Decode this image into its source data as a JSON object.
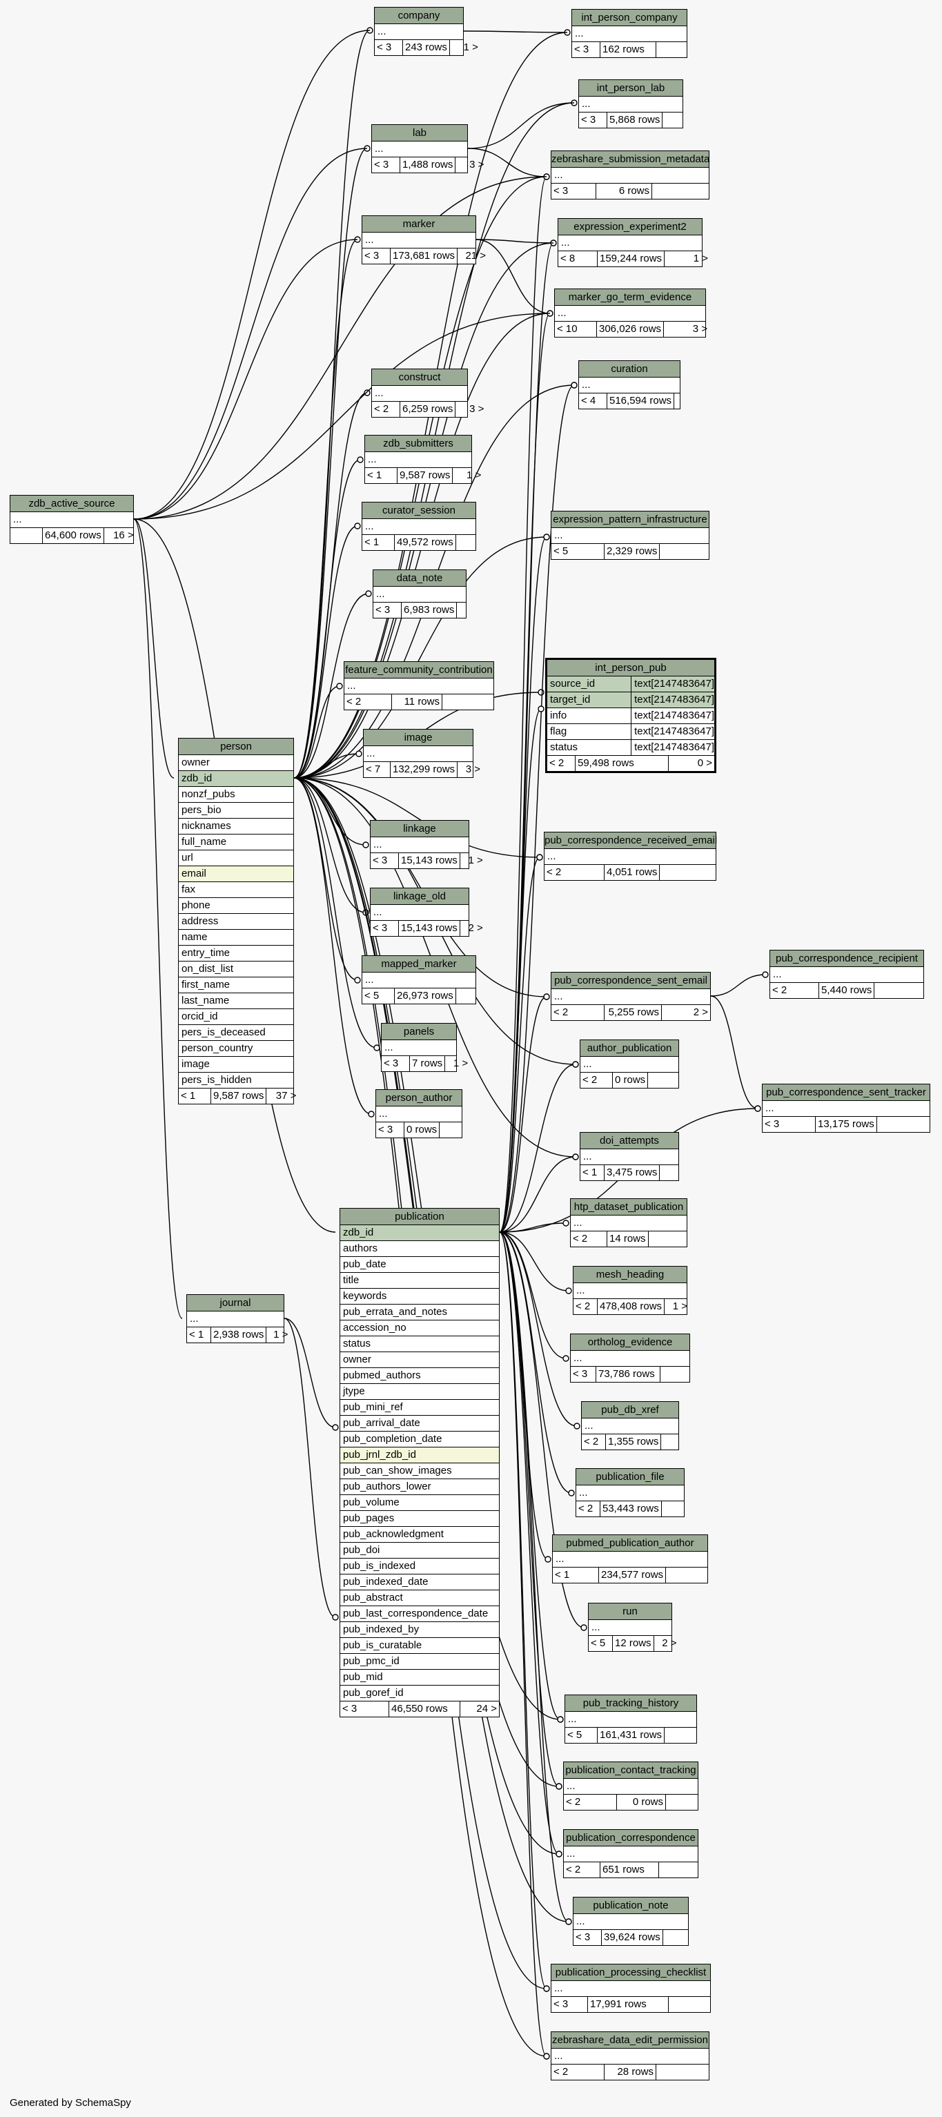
{
  "footer": "Generated by SchemaSpy",
  "tables": [
    {
      "id": "company",
      "name": "company",
      "footer": [
        "< 3",
        "243 rows",
        "1 >"
      ]
    },
    {
      "id": "int_person_company",
      "name": "int_person_company",
      "footer": [
        "< 3",
        "162 rows",
        ""
      ]
    },
    {
      "id": "int_person_lab",
      "name": "int_person_lab",
      "footer": [
        "< 3",
        "5,868 rows",
        ""
      ]
    },
    {
      "id": "lab",
      "name": "lab",
      "footer": [
        "< 3",
        "1,488 rows",
        "3 >"
      ]
    },
    {
      "id": "zebrashare_submission_metadata",
      "name": "zebrashare_submission_metadata",
      "footer": [
        "< 3",
        "6 rows",
        ""
      ]
    },
    {
      "id": "marker",
      "name": "marker",
      "footer": [
        "< 3",
        "173,681 rows",
        "21 >"
      ]
    },
    {
      "id": "expression_experiment2",
      "name": "expression_experiment2",
      "footer": [
        "< 8",
        "159,244 rows",
        "1 >"
      ]
    },
    {
      "id": "marker_go_term_evidence",
      "name": "marker_go_term_evidence",
      "footer": [
        "< 10",
        "306,026 rows",
        "3 >"
      ]
    },
    {
      "id": "curation",
      "name": "curation",
      "footer": [
        "< 4",
        "516,594 rows",
        ""
      ]
    },
    {
      "id": "construct",
      "name": "construct",
      "footer": [
        "< 2",
        "6,259 rows",
        "3 >"
      ]
    },
    {
      "id": "zdb_submitters",
      "name": "zdb_submitters",
      "footer": [
        "< 1",
        "9,587 rows",
        "1 >"
      ]
    },
    {
      "id": "zdb_active_source",
      "name": "zdb_active_source",
      "footer": [
        "",
        "64,600 rows",
        "16 >"
      ]
    },
    {
      "id": "curator_session",
      "name": "curator_session",
      "footer": [
        "< 1",
        "49,572 rows",
        ""
      ]
    },
    {
      "id": "expression_pattern_infrastructure",
      "name": "expression_pattern_infrastructure",
      "footer": [
        "< 5",
        "2,329 rows",
        ""
      ]
    },
    {
      "id": "data_note",
      "name": "data_note",
      "footer": [
        "< 3",
        "6,983 rows",
        ""
      ]
    },
    {
      "id": "feature_community_contribution",
      "name": "feature_community_contribution",
      "footer": [
        "< 2",
        "11 rows",
        ""
      ]
    },
    {
      "id": "image",
      "name": "image",
      "footer": [
        "< 7",
        "132,299 rows",
        "3 >"
      ]
    },
    {
      "id": "linkage",
      "name": "linkage",
      "footer": [
        "< 3",
        "15,143 rows",
        "1 >"
      ]
    },
    {
      "id": "linkage_old",
      "name": "linkage_old",
      "footer": [
        "< 3",
        "15,143 rows",
        "2 >"
      ]
    },
    {
      "id": "mapped_marker",
      "name": "mapped_marker",
      "footer": [
        "< 5",
        "26,973 rows",
        ""
      ]
    },
    {
      "id": "panels",
      "name": "panels",
      "footer": [
        "< 3",
        "7 rows",
        "1 >"
      ]
    },
    {
      "id": "person_author",
      "name": "person_author",
      "footer": [
        "< 3",
        "0 rows",
        ""
      ]
    },
    {
      "id": "pub_correspondence_received_email",
      "name": "pub_correspondence_received_email",
      "footer": [
        "< 2",
        "4,051 rows",
        ""
      ]
    },
    {
      "id": "pub_correspondence_recipient",
      "name": "pub_correspondence_recipient",
      "footer": [
        "< 2",
        "5,440 rows",
        ""
      ]
    },
    {
      "id": "pub_correspondence_sent_email",
      "name": "pub_correspondence_sent_email",
      "footer": [
        "< 2",
        "5,255 rows",
        "2 >"
      ]
    },
    {
      "id": "author_publication",
      "name": "author_publication",
      "footer": [
        "< 2",
        "0 rows",
        ""
      ]
    },
    {
      "id": "pub_correspondence_sent_tracker",
      "name": "pub_correspondence_sent_tracker",
      "footer": [
        "< 3",
        "13,175 rows",
        ""
      ]
    },
    {
      "id": "doi_attempts",
      "name": "doi_attempts",
      "footer": [
        "< 1",
        "3,475 rows",
        ""
      ]
    },
    {
      "id": "journal",
      "name": "journal",
      "footer": [
        "< 1",
        "2,938 rows",
        "1 >"
      ]
    },
    {
      "id": "htp_dataset_publication",
      "name": "htp_dataset_publication",
      "footer": [
        "< 2",
        "14 rows",
        ""
      ]
    },
    {
      "id": "mesh_heading",
      "name": "mesh_heading",
      "footer": [
        "< 2",
        "478,408 rows",
        "1 >"
      ]
    },
    {
      "id": "ortholog_evidence",
      "name": "ortholog_evidence",
      "footer": [
        "< 3",
        "73,786 rows",
        ""
      ]
    },
    {
      "id": "pub_db_xref",
      "name": "pub_db_xref",
      "footer": [
        "< 2",
        "1,355 rows",
        ""
      ]
    },
    {
      "id": "publication_file",
      "name": "publication_file",
      "footer": [
        "< 2",
        "53,443 rows",
        ""
      ]
    },
    {
      "id": "pubmed_publication_author",
      "name": "pubmed_publication_author",
      "footer": [
        "< 1",
        "234,577 rows",
        ""
      ]
    },
    {
      "id": "run",
      "name": "run",
      "footer": [
        "< 5",
        "12 rows",
        "2 >"
      ]
    },
    {
      "id": "pub_tracking_history",
      "name": "pub_tracking_history",
      "footer": [
        "< 5",
        "161,431 rows",
        ""
      ]
    },
    {
      "id": "publication_contact_tracking",
      "name": "publication_contact_tracking",
      "footer": [
        "< 2",
        "0 rows",
        ""
      ]
    },
    {
      "id": "publication_correspondence",
      "name": "publication_correspondence",
      "footer": [
        "< 2",
        "651 rows",
        ""
      ]
    },
    {
      "id": "publication_note",
      "name": "publication_note",
      "footer": [
        "< 3",
        "39,624 rows",
        ""
      ]
    },
    {
      "id": "publication_processing_checklist",
      "name": "publication_processing_checklist",
      "footer": [
        "< 3",
        "17,991 rows",
        ""
      ]
    },
    {
      "id": "zebrashare_data_edit_permission",
      "name": "zebrashare_data_edit_permission",
      "footer": [
        "< 2",
        "28 rows",
        ""
      ]
    }
  ],
  "ellipsis": "...",
  "person": {
    "name": "person",
    "columns": [
      "owner",
      "zdb_id",
      "nonzf_pubs",
      "pers_bio",
      "nicknames",
      "full_name",
      "url",
      "email",
      "fax",
      "phone",
      "address",
      "name",
      "entry_time",
      "on_dist_list",
      "first_name",
      "last_name",
      "orcid_id",
      "pers_is_deceased",
      "person_country",
      "image",
      "pers_is_hidden"
    ],
    "footer": [
      "< 1",
      "9,587 rows",
      "37 >"
    ]
  },
  "publication": {
    "name": "publication",
    "columns": [
      "zdb_id",
      "authors",
      "pub_date",
      "title",
      "keywords",
      "pub_errata_and_notes",
      "accession_no",
      "status",
      "owner",
      "pubmed_authors",
      "jtype",
      "pub_mini_ref",
      "pub_arrival_date",
      "pub_completion_date",
      "pub_jrnl_zdb_id",
      "pub_can_show_images",
      "pub_authors_lower",
      "pub_volume",
      "pub_pages",
      "pub_acknowledgment",
      "pub_doi",
      "pub_is_indexed",
      "pub_indexed_date",
      "pub_abstract",
      "pub_last_correspondence_date",
      "pub_indexed_by",
      "pub_is_curatable",
      "pub_pmc_id",
      "pub_mid",
      "pub_goref_id"
    ],
    "footer": [
      "< 3",
      "46,550 rows",
      "24 >"
    ]
  },
  "int_person_pub": {
    "name": "int_person_pub",
    "columns": [
      {
        "name": "source_id",
        "type": "text[2147483647]"
      },
      {
        "name": "target_id",
        "type": "text[2147483647]"
      },
      {
        "name": "info",
        "type": "text[2147483647]"
      },
      {
        "name": "flag",
        "type": "text[2147483647]"
      },
      {
        "name": "status",
        "type": "text[2147483647]"
      }
    ],
    "footer": [
      "< 2",
      "59,498 rows",
      "0 >"
    ]
  }
}
